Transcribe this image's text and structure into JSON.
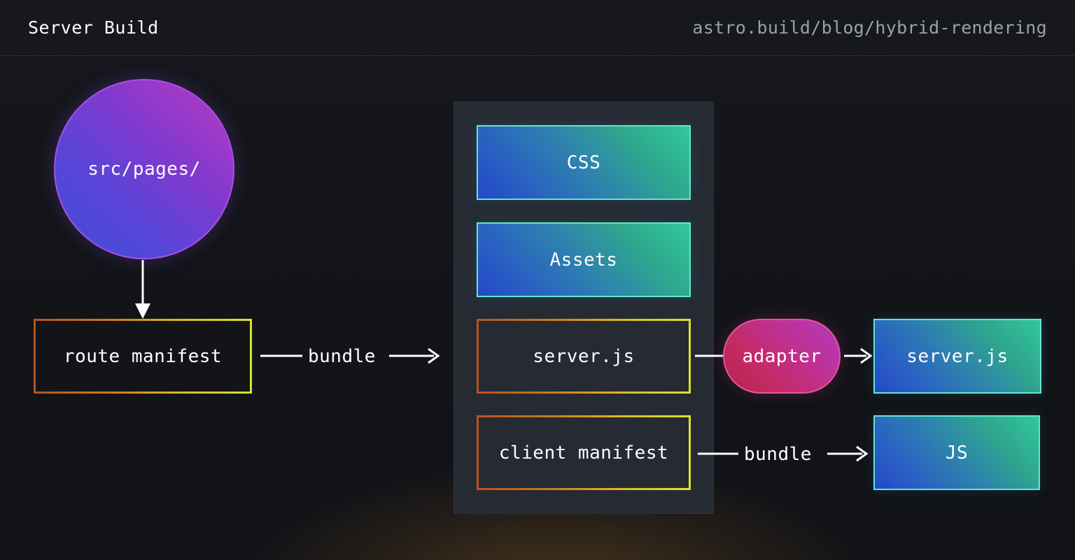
{
  "header": {
    "title": "Server Build",
    "url": "astro.build/blog/hybrid-rendering"
  },
  "diagram": {
    "type": "flow-diagram",
    "nodes": {
      "source": {
        "label": "src/pages/",
        "shape": "circle",
        "color_start": "#3d4fd6",
        "color_end": "#b845c4",
        "border": "#a74fe8"
      },
      "route_manifest": {
        "label": "route manifest",
        "shape": "dotted-rect",
        "border_start": "#b7541f",
        "border_end": "#dbe22c"
      },
      "css": {
        "label": "CSS",
        "shape": "rect",
        "color_start": "#2348c9",
        "color_end": "#31c79c",
        "border": "#63e6cf"
      },
      "assets": {
        "label": "Assets",
        "shape": "rect",
        "color_start": "#2348c9",
        "color_end": "#31c79c",
        "border": "#63e6cf"
      },
      "server_js_inner": {
        "label": "server.js",
        "shape": "dotted-rect",
        "border_start": "#b7541f",
        "border_end": "#dbe22c"
      },
      "client_manifest": {
        "label": "client manifest",
        "shape": "dotted-rect",
        "border_start": "#b7541f",
        "border_end": "#dbe22c"
      },
      "adapter": {
        "label": "adapter",
        "shape": "pill",
        "color_start": "#b52449",
        "color_end": "#a93ab8",
        "border": "#e2569f"
      },
      "server_js_output": {
        "label": "server.js",
        "shape": "rect",
        "color_start": "#2348c9",
        "color_end": "#31c79c",
        "border": "#63e6cf"
      },
      "js": {
        "label": "JS",
        "shape": "rect",
        "color_start": "#2348c9",
        "color_end": "#31c79c",
        "border": "#63e6cf"
      }
    },
    "edges": [
      {
        "from": "source",
        "to": "route_manifest",
        "label": "",
        "style": "arrow-down"
      },
      {
        "from": "route_manifest",
        "to": "build_panel",
        "label": "bundle",
        "style": "arrow-right"
      },
      {
        "from": "server_js_inner",
        "to": "adapter",
        "label": "",
        "style": "line"
      },
      {
        "from": "adapter",
        "to": "server_js_output",
        "label": "",
        "style": "arrow-right"
      },
      {
        "from": "client_manifest",
        "to": "js",
        "label": "bundle",
        "style": "arrow-right"
      }
    ],
    "edge_labels": {
      "bundle_top": "bundle",
      "bundle_bottom": "bundle"
    },
    "panel": {
      "name": "build-output-panel",
      "background": "#262a33"
    }
  },
  "theme": {
    "page_background": "#131519",
    "text": "#ffffff",
    "muted_text": "#9aa1ad",
    "glow": "#c48028"
  }
}
